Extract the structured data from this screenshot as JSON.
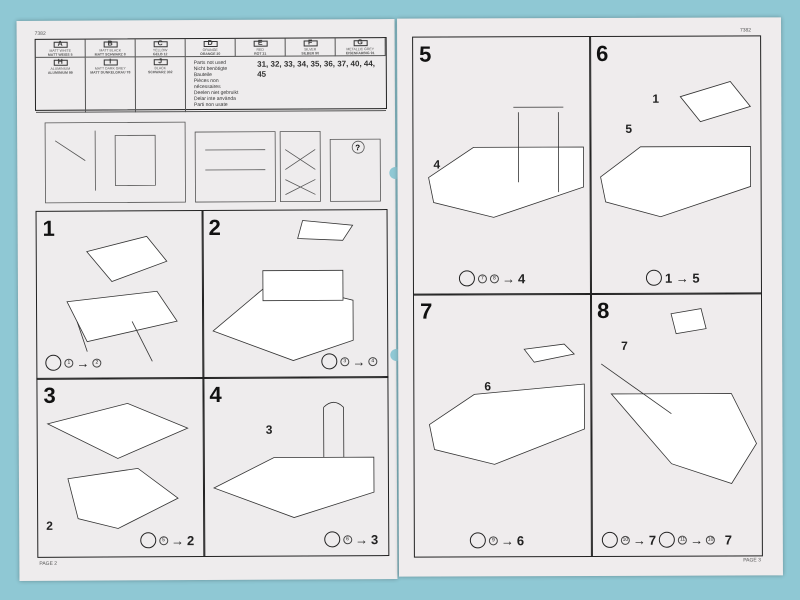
{
  "left_page": {
    "catalog_number": "7382",
    "page_label": "PAGE 2",
    "colors": [
      {
        "code": "A",
        "name": "MATT WHITE",
        "de": "MATT WEISS 5"
      },
      {
        "code": "B",
        "name": "MATT BLACK",
        "de": "MATT SCHWARZ 8"
      },
      {
        "code": "C",
        "name": "YELLOW",
        "de": "GELB 12"
      },
      {
        "code": "D",
        "name": "ORANGE",
        "de": "ORANGE 30"
      },
      {
        "code": "E",
        "name": "RED",
        "de": "ROT 31"
      },
      {
        "code": "F",
        "name": "SILVER",
        "de": "SILBER 90"
      },
      {
        "code": "G",
        "name": "METALLIC GREY",
        "de": "EISENFARBIG 91"
      },
      {
        "code": "H",
        "name": "ALUMINIUM",
        "de": "ALUMINIUM 99"
      },
      {
        "code": "I",
        "name": "MATT DARK GREY",
        "de": "MATT DUNKELGRAU 78"
      },
      {
        "code": "J",
        "name": "BLACK",
        "de": "SCHWARZ 302"
      }
    ],
    "parts_not_used": {
      "labels": [
        "Parts not used",
        "Nicht benötigte Bauteile",
        "Pièces non nécessaires",
        "Deelen niet gebruikt",
        "Delar inte använda",
        "Parti non usate"
      ],
      "numbers": "31, 32, 33, 34, 35, 36, 37, 40, 44, 45"
    },
    "steps": [
      {
        "number": "1",
        "glue": [
          "1",
          "2"
        ]
      },
      {
        "number": "2",
        "glue": [
          "3"
        ],
        "result": "4"
      },
      {
        "number": "3",
        "glue": [
          "5"
        ],
        "result": "2"
      },
      {
        "number": "4",
        "glue": [
          "6"
        ],
        "result": "3"
      }
    ]
  },
  "right_page": {
    "catalog_number": "7382",
    "page_label": "PAGE 3",
    "steps": [
      {
        "number": "5",
        "part": "4",
        "glue": [
          "7",
          "8"
        ],
        "result": "4"
      },
      {
        "number": "6",
        "parts": [
          "1",
          "5"
        ],
        "glue": [],
        "result_text": "1 → 5"
      },
      {
        "number": "7",
        "part": "6",
        "glue": [
          "9"
        ],
        "result": "6"
      },
      {
        "number": "8",
        "part": "7",
        "glue": [
          "10"
        ],
        "result": "7",
        "glue2": [
          "11",
          "10"
        ],
        "result2": "7"
      }
    ]
  }
}
